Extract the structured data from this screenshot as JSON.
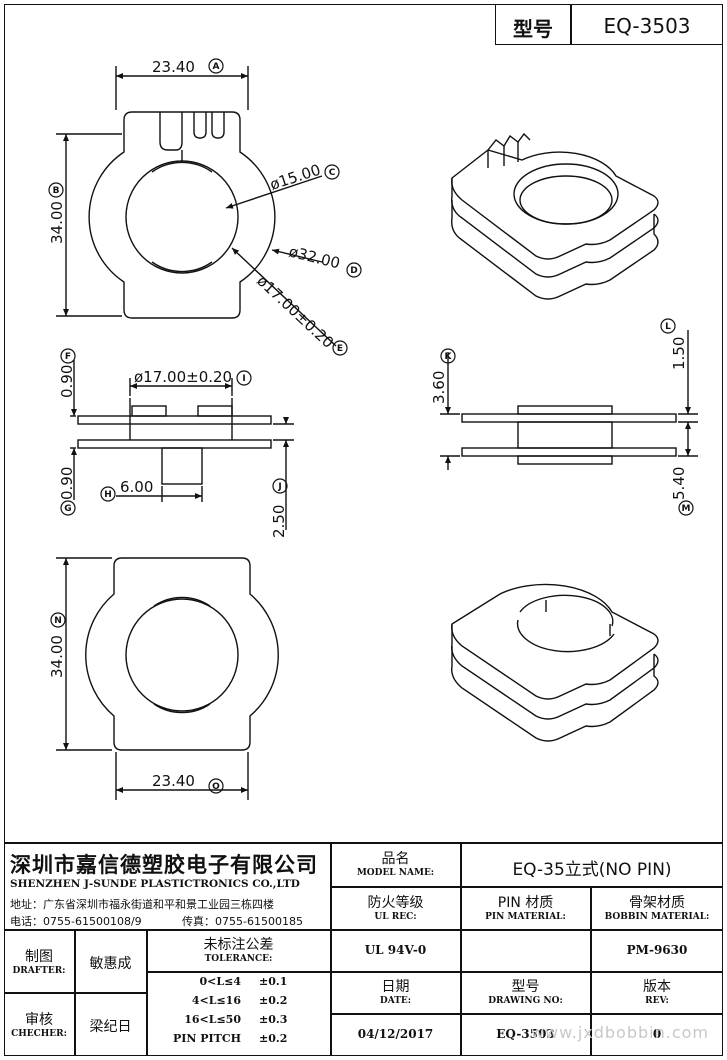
{
  "header": {
    "model_label": "型号",
    "model_value": "EQ-3503"
  },
  "dimensions": {
    "a": "23.40",
    "b": "34.00",
    "c": "ø15.00",
    "d": "ø32.00",
    "e": "ø17.00±0.20",
    "f": "0.90",
    "g": "0.90",
    "h": "6.00",
    "i": "ø17.00±0.20",
    "j": "2.50",
    "k": "3.60",
    "l": "1.50",
    "m": "5.40",
    "n": "34.00",
    "o": "23.40"
  },
  "markers": {
    "a": "A",
    "b": "B",
    "c": "C",
    "d": "D",
    "e": "E",
    "f": "F",
    "g": "G",
    "h": "H",
    "i": "I",
    "j": "J",
    "k": "K",
    "l": "L",
    "m": "M",
    "n": "N",
    "o": "O"
  },
  "company": {
    "name_cn": "深圳市嘉信德塑胶电子有限公司",
    "name_en": "SHENZHEN J-SUNDE PLASTICTRONICS CO.,LTD",
    "address": "地址：广东省深圳市福永街道和平和景工业园三栋四楼",
    "phone": "电话：0755-61500108/9",
    "fax": "传真：0755-61500185"
  },
  "title_block": {
    "model_name_cn": "品名",
    "model_name_en": "MODEL NAME:",
    "model_name_value": "EQ-35立式(NO PIN)",
    "ul_cn": "防火等级",
    "ul_en": "UL REC:",
    "ul_value": "UL 94V-0",
    "pin_cn": "PIN 材质",
    "pin_en": "PIN MATERIAL:",
    "pin_value": "",
    "bobbin_cn": "骨架材质",
    "bobbin_en": "BOBBIN MATERIAL:",
    "bobbin_value": "PM-9630",
    "drafter_cn": "制图",
    "drafter_en": "DRAFTER:",
    "drafter_value": "敏惠成",
    "checker_cn": "审核",
    "checker_en": "CHECHER:",
    "checker_value": "梁纪日",
    "tolerance_cn": "未标注公差",
    "tolerance_en": "TOLERANCE:",
    "tolerance_rows": [
      {
        "range": "0<L≤4",
        "value": "±0.1"
      },
      {
        "range": "4<L≤16",
        "value": "±0.2"
      },
      {
        "range": "16<L≤50",
        "value": "±0.3"
      },
      {
        "range": "PIN PITCH",
        "value": "±0.2"
      }
    ],
    "date_cn": "日期",
    "date_en": "DATE:",
    "date_value": "04/12/2017",
    "drawing_cn": "型号",
    "drawing_en": "DRAWING NO:",
    "drawing_value": "EQ-3503",
    "rev_cn": "版本",
    "rev_en": "REV:",
    "rev_value": "0"
  },
  "watermark": "www.jxdbobbin.com"
}
